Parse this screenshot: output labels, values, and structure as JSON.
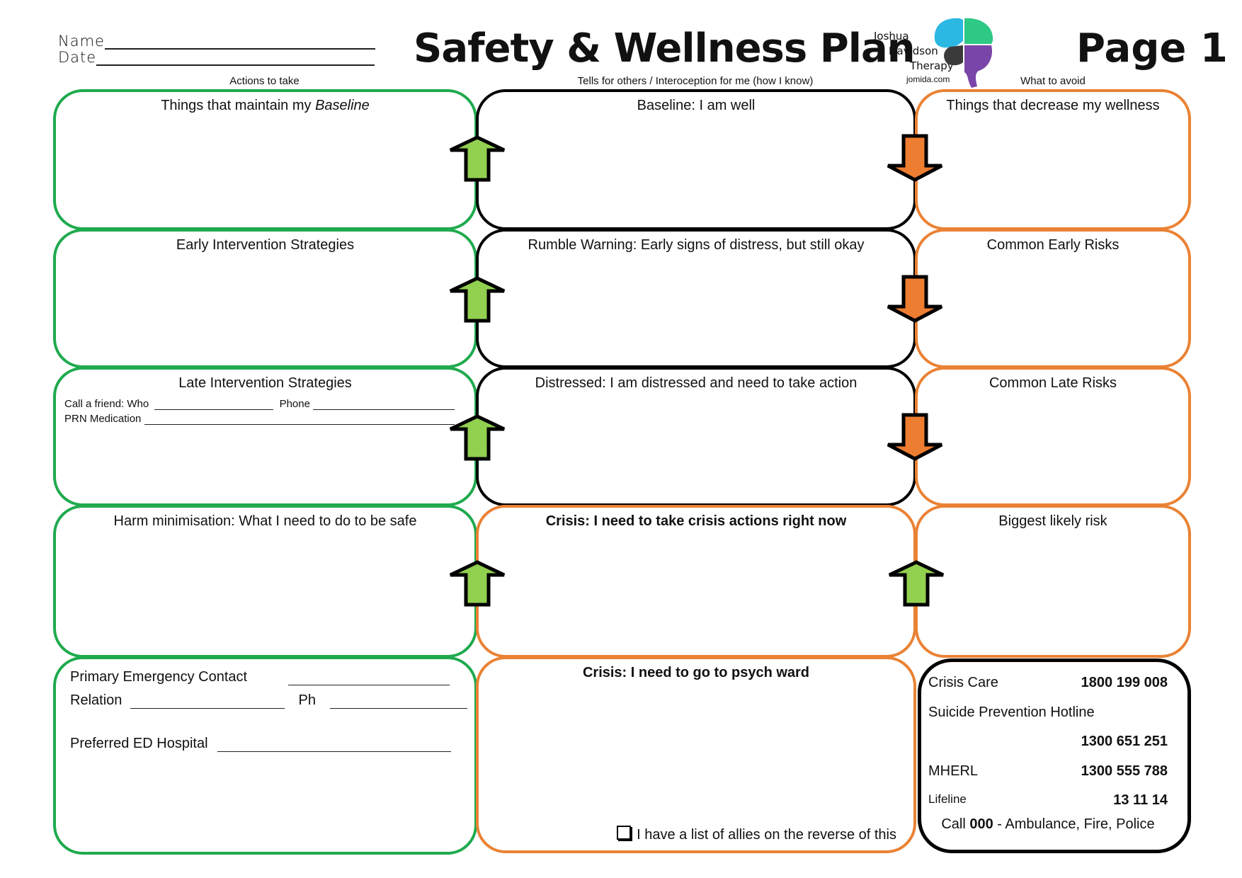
{
  "header": {
    "name_label": "Name",
    "date_label": "Date",
    "title": "Safety & Wellness Plan",
    "page_label": "Page 1",
    "logo": {
      "line1": "Joshua",
      "line2": "Davidson",
      "line3": "Therapy",
      "url": "jomida.com",
      "icon": "brain-icon",
      "colors": [
        "#2bb8e3",
        "#2ec985",
        "#3a3a3a",
        "#7a45a8"
      ]
    }
  },
  "columns": {
    "left": "Actions to take",
    "middle": "Tells for others / Interoception for me (how I know)",
    "right": "What to avoid"
  },
  "colors": {
    "green": "#1faa4e",
    "orange": "#ea8234",
    "black": "#000000",
    "arrow_green": "#92d050",
    "arrow_orange": "#ed7d31"
  },
  "rows": [
    {
      "left": {
        "title_prefix": "Things that maintain my ",
        "title_italic": "Baseline"
      },
      "middle": {
        "title": "Baseline: I am well"
      },
      "right": {
        "title": "Things that decrease my wellness"
      },
      "left_arrow": "arrow-up-icon",
      "right_arrow": "arrow-down-icon"
    },
    {
      "left": {
        "title": "Early Intervention Strategies"
      },
      "middle": {
        "title": "Rumble Warning: Early signs of distress, but still okay"
      },
      "right": {
        "title": "Common Early Risks"
      },
      "left_arrow": "arrow-up-icon",
      "right_arrow": "arrow-down-icon"
    },
    {
      "left": {
        "title": "Late Intervention Strategies",
        "call_friend_label": "Call a friend: Who",
        "phone_label": "Phone",
        "prn_label": "PRN Medication"
      },
      "middle": {
        "title": "Distressed: I am distressed and need to take action"
      },
      "right": {
        "title": "Common Late Risks"
      },
      "left_arrow": "arrow-up-icon",
      "right_arrow": "arrow-down-icon"
    },
    {
      "left": {
        "title": "Harm minimisation: What I need to do to be safe"
      },
      "middle": {
        "title": "Crisis: I need to take crisis actions right now"
      },
      "right": {
        "title": "Biggest likely risk"
      },
      "left_arrow": "arrow-up-icon",
      "right_arrow": "arrow-up-icon"
    }
  ],
  "bottom": {
    "left": {
      "primary_contact_label": "Primary Emergency Contact",
      "relation_label": "Relation",
      "ph_label": "Ph",
      "hospital_label": "Preferred ED Hospital"
    },
    "middle": {
      "title": "Crisis: I need to go to psych ward",
      "checkbox_label": "I have a list of allies on the reverse of this"
    },
    "crisis_lines": [
      {
        "name": "Crisis Care",
        "number": "1800 199 008"
      },
      {
        "name": "Suicide Prevention Hotline",
        "number": ""
      },
      {
        "name": "",
        "number": "1300 651 251"
      },
      {
        "name": "MHERL",
        "number": "1300 555 788"
      },
      {
        "name": "Lifeline",
        "number": "13 11 14"
      }
    ],
    "emergency": {
      "prefix": "Call ",
      "number": "000",
      "suffix": " - Ambulance, Fire, Police"
    }
  }
}
